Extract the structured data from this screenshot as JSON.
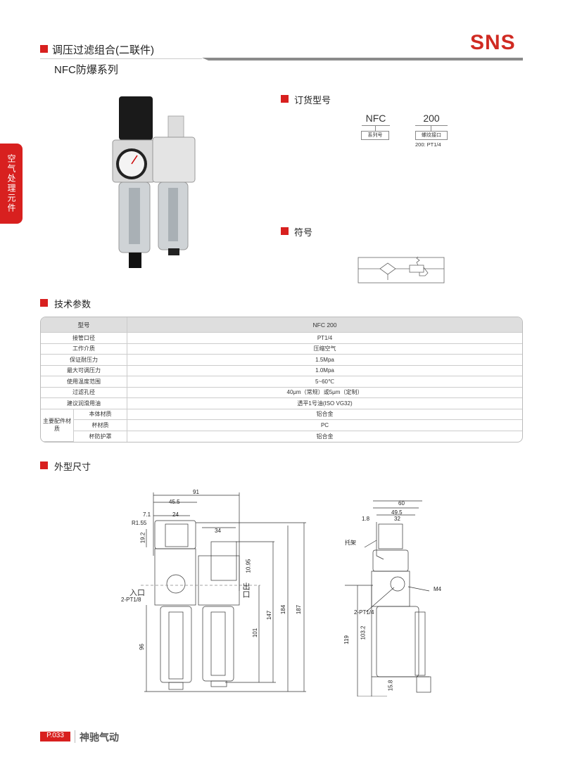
{
  "header": {
    "title": "调压过滤组合(二联件)",
    "subtitle": "NFC防爆系列",
    "logo": "SNS"
  },
  "side_tab": "空气处理元件",
  "ordering": {
    "title": "订货型号",
    "parts": [
      {
        "code": "NFC",
        "label": "系列号",
        "note": ""
      },
      {
        "code": "200",
        "label": "螺纹接口",
        "note": "200: PT1/4"
      }
    ]
  },
  "symbol": {
    "title": "符号"
  },
  "specs": {
    "title": "技术参数",
    "header": [
      "型号",
      "NFC 200"
    ],
    "rows": [
      [
        "接管口径",
        "PT1/4"
      ],
      [
        "工作介质",
        "压缩空气"
      ],
      [
        "保证耐压力",
        "1.5Mpa"
      ],
      [
        "最大可调压力",
        "1.0Mpa"
      ],
      [
        "使用温度范围",
        "5~60℃"
      ],
      [
        "过滤孔径",
        "40μm（常规）或5μm（定制）"
      ],
      [
        "建议润滑用油",
        "透平1号油(ISO VG32)"
      ]
    ],
    "group_label": "主要配件材质",
    "group_rows": [
      [
        "本体材质",
        "铝合金"
      ],
      [
        "杯材质",
        "PC"
      ],
      [
        "杯防护罩",
        "铝合金"
      ]
    ]
  },
  "dimensions": {
    "title": "外型尺寸",
    "front": {
      "d91": "91",
      "d45_5": "45.5",
      "d7_1": "7.1",
      "d24": "24",
      "r1_55": "R1.55",
      "d19_2": "19.2",
      "d34": "34",
      "d10_95": "10.95",
      "inlet": "入口",
      "outlet": "出口",
      "port": "2-PT1/8",
      "d96": "96",
      "d101": "101",
      "d147": "147",
      "d184": "184",
      "d187": "187"
    },
    "side": {
      "d60": "60",
      "d49_5": "49.5",
      "d1_8": "1.8",
      "d32": "32",
      "bracket": "托架",
      "m4": "M4",
      "port": "2-PT1/4",
      "d119": "119",
      "d103_2": "103.2",
      "d15_8": "15.8"
    }
  },
  "footer": {
    "page": "P.033",
    "brand": "神驰气动"
  },
  "colors": {
    "accent": "#d8201f"
  }
}
